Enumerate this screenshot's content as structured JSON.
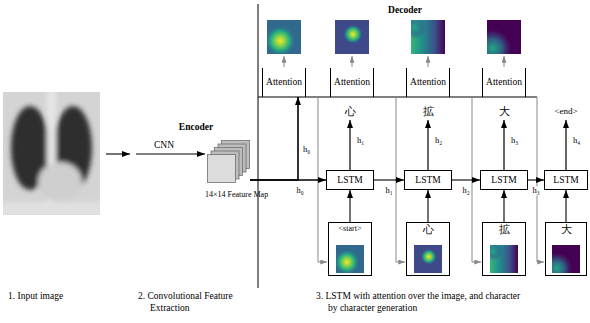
{
  "diagram": {
    "nodes": [
      {
        "text": [
          "14×14 Feature Map"
        ]
      },
      {
        "text": [
          "Attention"
        ]
      },
      {
        "text": [
          "Attention"
        ]
      },
      {
        "text": [
          "Attention"
        ]
      },
      {
        "text": [
          "Attention"
        ]
      },
      {
        "text": [
          "LSTM"
        ]
      },
      {
        "text": [
          "LSTM"
        ]
      },
      {
        "text": [
          "LSTM"
        ]
      },
      {
        "text": [
          "LSTM"
        ]
      },
      {
        "text": [
          "<start>"
        ]
      },
      {
        "text": [
          "心"
        ]
      },
      {
        "text": [
          "拡"
        ]
      },
      {
        "text": [
          "大"
        ]
      }
    ],
    "edges": [
      {
        "from": 0,
        "to": 1,
        "arrow": "to",
        "label": "h₀"
      },
      {
        "from": 0,
        "to": 5,
        "arrow": "to",
        "label": "h₀"
      },
      {
        "from": 5,
        "to": 6,
        "arrow": "to",
        "label": "h₁"
      },
      {
        "from": 6,
        "to": 7,
        "arrow": "to",
        "label": "h₂"
      },
      {
        "from": 7,
        "to": 8,
        "arrow": "to",
        "label": "h₃"
      },
      {
        "from": 9,
        "to": 5,
        "arrow": "to"
      },
      {
        "from": 10,
        "to": 6,
        "arrow": "to"
      },
      {
        "from": 11,
        "to": 7,
        "arrow": "to"
      },
      {
        "from": 12,
        "to": 8,
        "arrow": "to"
      }
    ],
    "labels": [
      "Encoder",
      "CNN",
      "Decoder",
      "心",
      "拡",
      "大",
      "<end>",
      "h₁",
      "h₂",
      "h₃",
      "h₄",
      "1. Input image",
      "2. Convolutional Feature Extraction",
      "3. LSTM with attention over the image, and character by character generation"
    ]
  }
}
